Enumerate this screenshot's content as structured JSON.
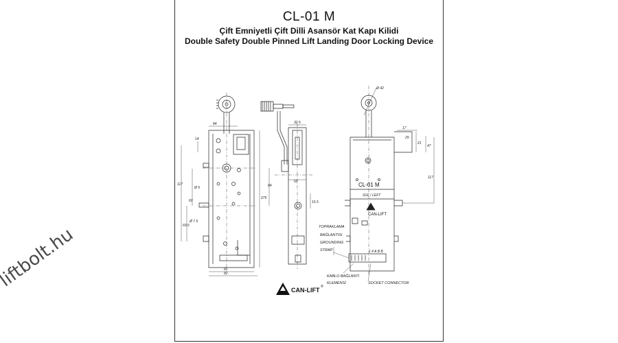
{
  "document": {
    "title": "CL-01 M",
    "subtitle_tr": "Çift Emniyetli Çift Dilli Asansör Kat Kapı Kilidi",
    "subtitle_en": "Double Safety Double Pinned Lift Landing Door Locking Device"
  },
  "watermark": "liftbolt.hu",
  "brand": {
    "name": "CAN-LIFT",
    "registered": "®"
  },
  "drawing": {
    "dimensions": {
      "d84_top": "84",
      "d14_left": "14",
      "d117_left": "117",
      "d85": "Ø 5",
      "d60": "60",
      "d695": "69.5",
      "d75": "Ø 7.5",
      "d275": "275",
      "d81": "81",
      "d82": "82",
      "d325": "32.5",
      "d84_side": "84",
      "d155": "15.5",
      "d60_side": "60",
      "d42": "Ø 42",
      "d17": "17",
      "d29": "29",
      "d21": "21",
      "d47": "47",
      "d117_right": "117"
    },
    "labels": {
      "model": "CL-01 M",
      "sol_left": "SOL / LEFT",
      "grounding_tr_1": "TOPRAKLAMA",
      "grounding_tr_2": "BAĞLANTISI",
      "grounding_en_1": "GROUNDING",
      "grounding_en_2": "STRAP",
      "cable_tr_1": "KABLO BAĞLANTI",
      "cable_tr_2": "KLEMENSİ",
      "socket_en": "SOCKET CONNECTOR",
      "terminal_numbers": "1 4 A B B"
    }
  }
}
